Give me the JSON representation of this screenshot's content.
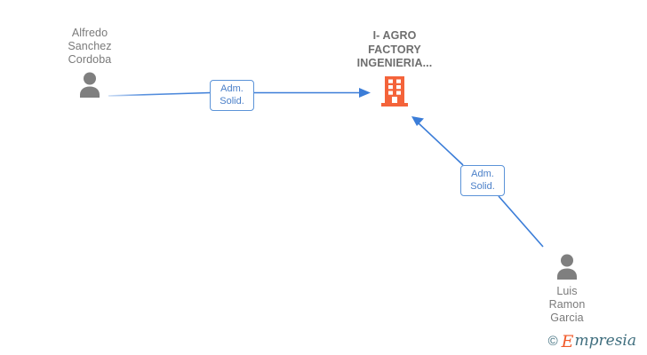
{
  "graph": {
    "background_color": "#ffffff",
    "nodes": [
      {
        "id": "alfredo",
        "type": "person",
        "icon": "person-icon",
        "icon_color": "#7f7f7f",
        "label": "Alfredo\nSanchez\nCordoba",
        "label_lines": [
          "Alfredo",
          "Sanchez",
          "Cordoba"
        ],
        "label_position": "above",
        "label_color": "#7a7a7a"
      },
      {
        "id": "company",
        "type": "company",
        "icon": "building-icon",
        "icon_color": "#f4633a",
        "label": "I- AGRO FACTORY INGENIERIA...",
        "label_lines": [
          "I- AGRO",
          "FACTORY",
          "INGENIERIA..."
        ],
        "label_position": "above",
        "label_color": "#6e6e6e"
      },
      {
        "id": "luis",
        "type": "person",
        "icon": "person-icon",
        "icon_color": "#7f7f7f",
        "label": "Luis Ramon Garcia",
        "label_lines": [
          "Luis",
          "Ramon",
          "Garcia"
        ],
        "label_position": "below",
        "label_color": "#7a7a7a"
      }
    ],
    "edges": [
      {
        "id": "edge-alfredo-company",
        "from": "alfredo",
        "to": "company",
        "label_lines": [
          "Adm.",
          "Solid."
        ],
        "color": "#3b7dd8",
        "arrow": "to-company",
        "direction": "left-to-right"
      },
      {
        "id": "edge-luis-company",
        "from": "luis",
        "to": "company",
        "label_lines": [
          "Adm.",
          "Solid."
        ],
        "color": "#3b7dd8",
        "arrow": "to-company",
        "direction": "bottom-right-to-top-left"
      }
    ],
    "edge_label_style": {
      "border_color": "#5b93d8",
      "text_color": "#4a7fc8",
      "background": "#ffffff"
    }
  },
  "watermark": {
    "copyright": "©",
    "brand_initial": "E",
    "brand_rest": "mpresia",
    "brand_full": "Empresia",
    "initial_color": "#f15a29",
    "text_color": "#3f6e7e"
  }
}
